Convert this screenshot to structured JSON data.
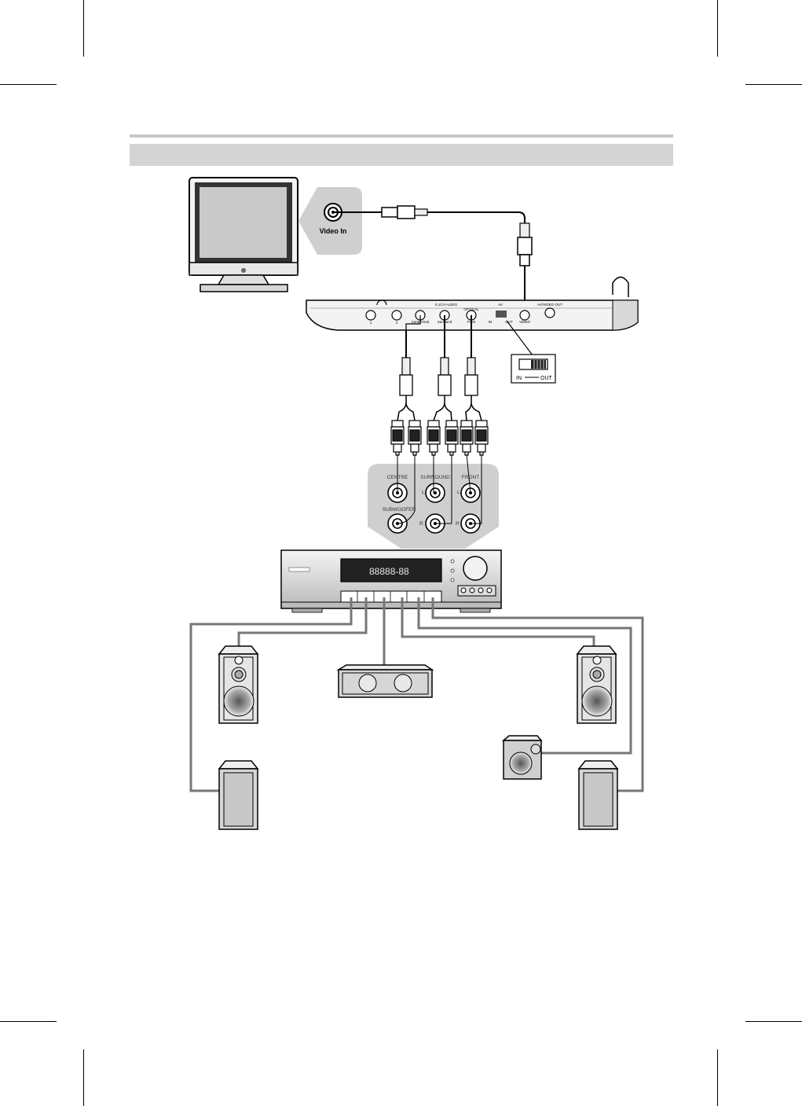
{
  "tv": {
    "jack_label": "Video In"
  },
  "player": {
    "panel_labels": {
      "headphones_1": "1",
      "headphones_2": "2",
      "audio_51": "5.1CH AUDIO",
      "optical": "OPTICAL",
      "av": "AV",
      "av_video_out": "AV/VIDEO OUT",
      "centre_sub": "Centre/Sub",
      "surround": "Surround",
      "front": "Front",
      "in": "IN",
      "out": "OUT",
      "video": "VIDEO"
    },
    "switch_callout": {
      "in_label": "IN",
      "out_label": "OUT"
    }
  },
  "receiver_inputs": {
    "centre": "CENTRE",
    "surround": "SURROUND",
    "front": "FRONT",
    "subwoofer": "SUBWOOFER",
    "l": "L",
    "r": "R"
  },
  "receiver": {
    "display": "88888-88"
  },
  "colors": {
    "band": "#d4d4d4",
    "rule": "#c8c8c8",
    "cable": "#8a8a8a",
    "panel": "#cfcfcf"
  }
}
